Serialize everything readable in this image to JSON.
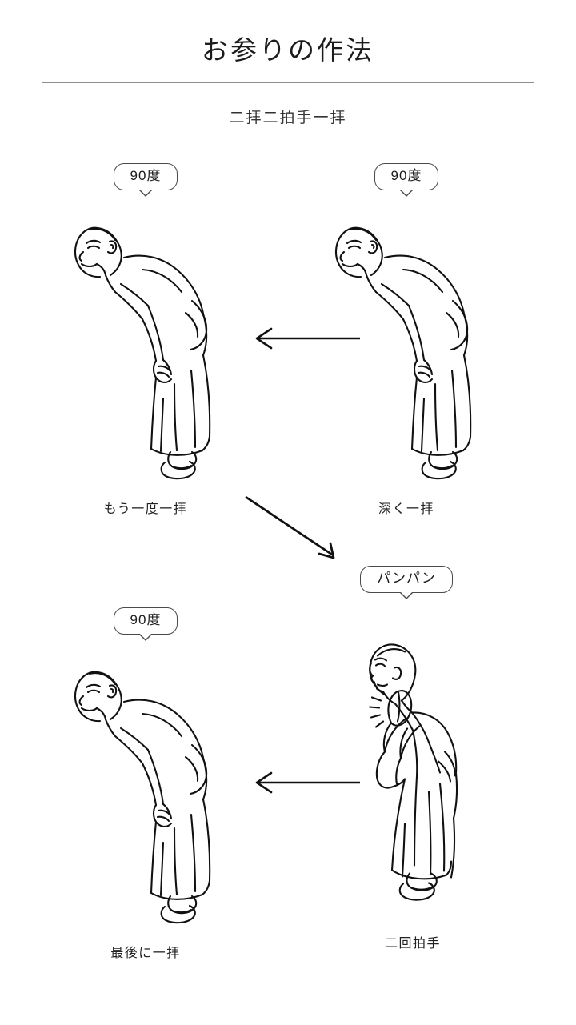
{
  "header": {
    "title": "お参りの作法",
    "subtitle": "二拝二拍手一拝"
  },
  "steps": [
    {
      "id": "step-2-second-bow",
      "bubble": "90度",
      "caption": "もう一度一拝",
      "figure": "person-bowing-90-degrees",
      "position": "top-left"
    },
    {
      "id": "step-1-deep-bow",
      "bubble": "90度",
      "caption": "深く一拝",
      "figure": "person-bowing-90-degrees",
      "position": "top-right"
    },
    {
      "id": "step-4-final-bow",
      "bubble": "90度",
      "caption": "最後に一拝",
      "figure": "person-bowing-90-degrees",
      "position": "bottom-left"
    },
    {
      "id": "step-3-two-claps",
      "bubble": "パンパン",
      "caption": "二回拍手",
      "figure": "person-clapping-hands",
      "position": "bottom-right"
    }
  ],
  "arrows": [
    {
      "id": "arrow-top-right-to-left",
      "direction": "left"
    },
    {
      "id": "arrow-diagonal-down-right",
      "direction": "down-right"
    },
    {
      "id": "arrow-bottom-right-to-left",
      "direction": "left"
    }
  ],
  "colors": {
    "ink": "#1a1a1a",
    "rule": "#8d8d8d",
    "bubble_border": "#4a4a4a",
    "background": "#ffffff"
  }
}
